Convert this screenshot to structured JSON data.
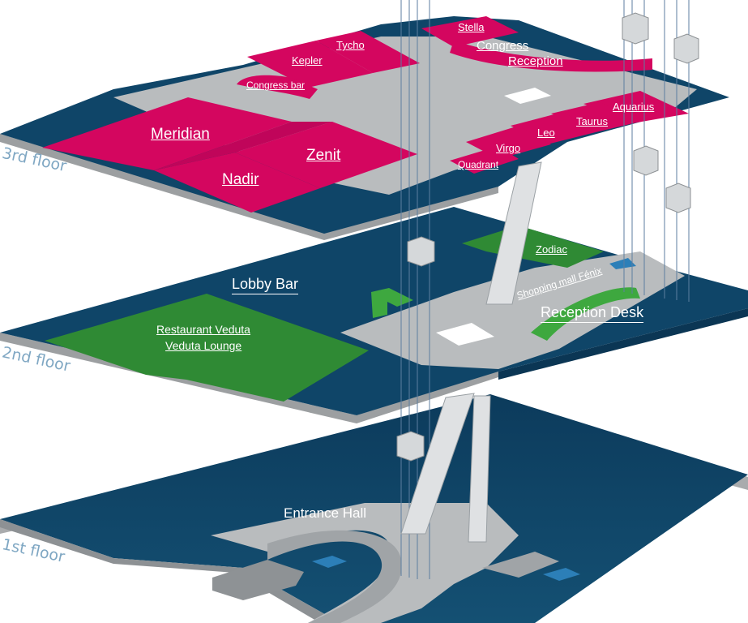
{
  "floors": {
    "first": "1st floor",
    "second": "2nd floor",
    "third": "3rd floor"
  },
  "rooms_3rd": {
    "stella": "Stella",
    "congress": "Congress",
    "reception": "Reception",
    "tycho": "Tycho",
    "kepler": "Kepler",
    "congress_bar": "Congress bar",
    "meridian": "Meridian",
    "zenit": "Zenit",
    "nadir": "Nadir",
    "aquarius": "Aquarius",
    "taurus": "Taurus",
    "leo": "Leo",
    "virgo": "Virgo",
    "quadrant": "Quadrant"
  },
  "rooms_2nd": {
    "zodiac": "Zodiac",
    "lobby_bar": "Lobby Bar",
    "shopping_mall": "Shopping mall Fénix",
    "reception_desk": "Reception Desk",
    "restaurant": "Restaurant Veduta",
    "lounge": "Veduta Lounge"
  },
  "rooms_1st": {
    "entrance_hall": "Entrance Hall"
  },
  "colors": {
    "navy": "#0f4568",
    "navy_dark": "#0b3654",
    "magenta": "#d4065f",
    "green": "#2f8a34",
    "gray": "#b9bcbe"
  }
}
